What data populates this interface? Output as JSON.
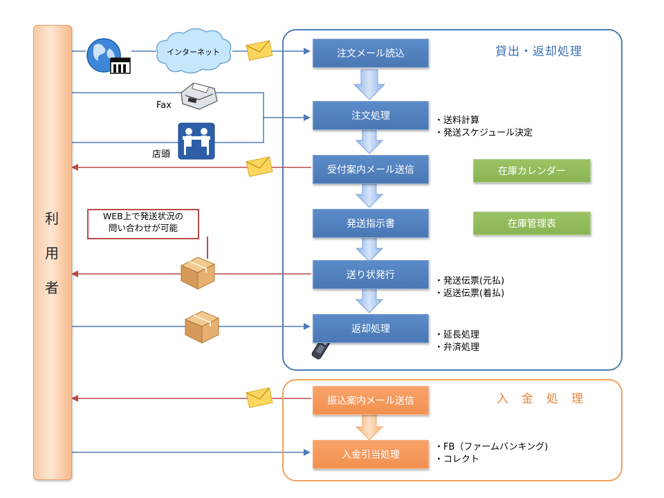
{
  "user": {
    "chars": [
      "利",
      "用",
      "者"
    ]
  },
  "groups": {
    "lending": {
      "title": "貸出・返却処理",
      "border": "#4f7cb5",
      "title_color": "#3b6fb0"
    },
    "payment": {
      "title": "入　金　処　理",
      "border": "#f0a05a",
      "title_color": "#e8843a"
    }
  },
  "channels": {
    "internet": "インターネット",
    "fax": "Fax",
    "store": "店頭"
  },
  "processes": {
    "order_mail": "注文メール読込",
    "order_proc": "注文処理",
    "accept_mail": "受付案内メール送信",
    "ship_instr": "発送指示書",
    "label_issue": "送り状発行",
    "return_proc": "返却処理",
    "transfer_mail": "振込案内メール送信",
    "deposit_match": "入金引当処理"
  },
  "side": {
    "calendar": "在庫カレンダー",
    "stock_table": "在庫管理表"
  },
  "notes": {
    "order": "・送料計算\n・発送スケジュール決定",
    "label": "・発送伝票(元払)\n・返送伝票(着払)",
    "return": "・延長処理\n・弁済処理",
    "deposit": "・FB（ファームバンキング)\n・コレクト"
  },
  "callout": {
    "line1": "WEB上で発送状況の",
    "line2": "問い合わせが可能"
  },
  "colors": {
    "outgoing": "#b94a48",
    "incoming": "#4f7cb5",
    "flow_arrow": "#a9c4ef",
    "flow_arrow_orange": "#f7c38f"
  },
  "icons": [
    "globe-shop-icon",
    "cloud-icon",
    "envelope-icon",
    "fax-machine-icon",
    "store-counter-icon",
    "package-box-icon",
    "barcode-scanner-icon",
    "down-arrow-icon"
  ]
}
